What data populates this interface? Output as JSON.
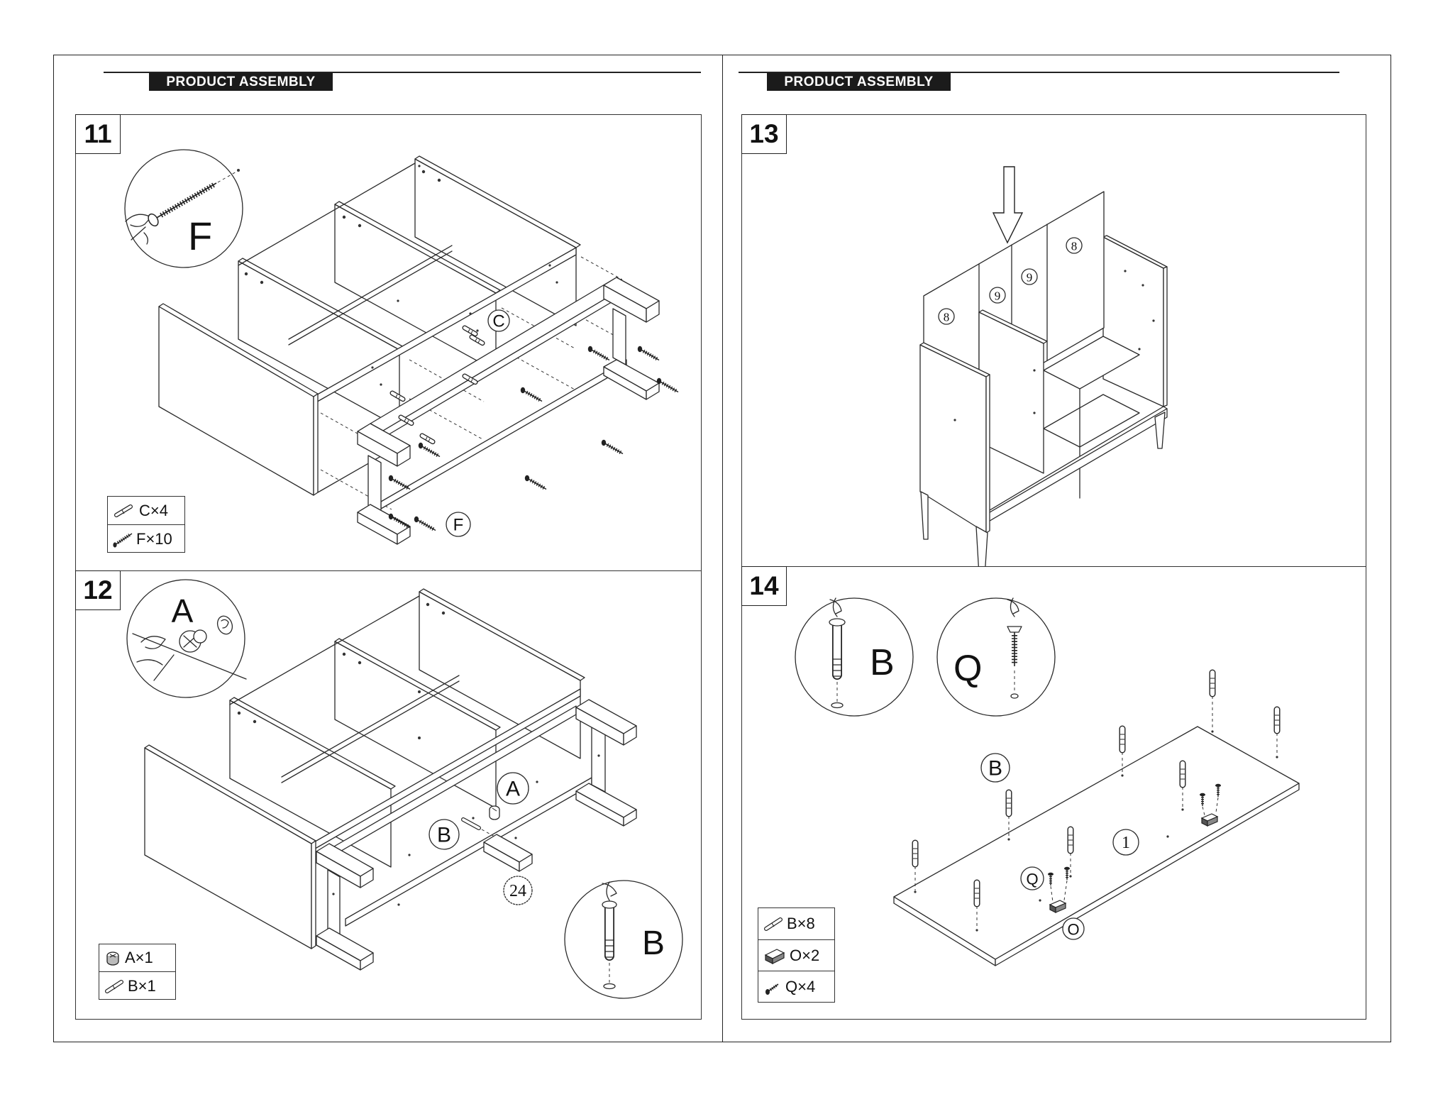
{
  "headers": {
    "left": "PRODUCT ASSEMBLY",
    "right": "PRODUCT ASSEMBLY"
  },
  "steps": {
    "s11": {
      "number": "11",
      "detail_label": "F",
      "callouts": {
        "c": "C",
        "f": "F"
      },
      "parts": [
        {
          "label": "C×4",
          "icon": "cam-bolt-icon"
        },
        {
          "label": "F×10",
          "icon": "screw-icon"
        }
      ]
    },
    "s12": {
      "number": "12",
      "detail_labels": {
        "a": "A",
        "b": "B"
      },
      "callouts": {
        "a": "A",
        "b": "B",
        "part": "24"
      },
      "parts": [
        {
          "label": "A×1",
          "icon": "cam-lock-icon"
        },
        {
          "label": "B×1",
          "icon": "dowel-icon"
        }
      ]
    },
    "s13": {
      "number": "13",
      "callouts": [
        "8",
        "9",
        "9",
        "8"
      ]
    },
    "s14": {
      "number": "14",
      "detail_labels": {
        "b": "B",
        "q": "Q"
      },
      "callouts": {
        "b": "B",
        "part": "1",
        "q": "Q",
        "o": "O"
      },
      "parts": [
        {
          "label": "B×8",
          "icon": "dowel-icon"
        },
        {
          "label": "O×2",
          "icon": "magnet-catch-icon"
        },
        {
          "label": "Q×4",
          "icon": "short-screw-icon"
        }
      ]
    }
  }
}
